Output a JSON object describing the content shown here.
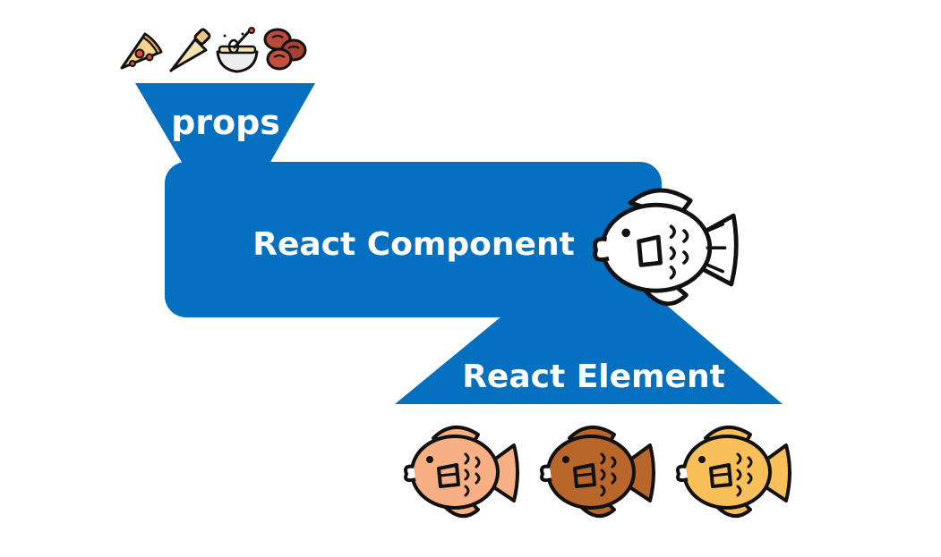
{
  "diagram": {
    "props_label": "props",
    "component_label": "React Component",
    "element_label": "React Element",
    "colors": {
      "shape_fill": "#0570C0",
      "label_text": "#FFFFFF",
      "outline": "#111111"
    },
    "ingredient_icons": [
      "pizza-slice-icon",
      "piping-bag-icon",
      "mixing-bowl-icon",
      "red-beans-icon"
    ],
    "component_icon": "fish-mold-icon",
    "output_icons": [
      {
        "icon": "taiyaki-fish-icon",
        "fill": "#F6B084"
      },
      {
        "icon": "taiyaki-fish-icon",
        "fill": "#B8662A"
      },
      {
        "icon": "taiyaki-fish-icon",
        "fill": "#F9C05A"
      }
    ]
  }
}
